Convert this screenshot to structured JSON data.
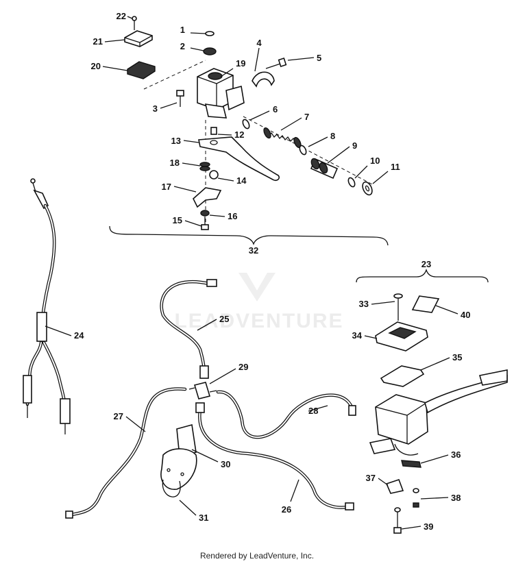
{
  "callouts": [
    {
      "id": "1",
      "label": "1"
    },
    {
      "id": "2",
      "label": "2"
    },
    {
      "id": "3",
      "label": "3"
    },
    {
      "id": "4",
      "label": "4"
    },
    {
      "id": "5",
      "label": "5"
    },
    {
      "id": "6",
      "label": "6"
    },
    {
      "id": "7",
      "label": "7"
    },
    {
      "id": "8",
      "label": "8"
    },
    {
      "id": "9",
      "label": "9"
    },
    {
      "id": "10",
      "label": "10"
    },
    {
      "id": "11",
      "label": "11"
    },
    {
      "id": "12",
      "label": "12"
    },
    {
      "id": "13",
      "label": "13"
    },
    {
      "id": "14",
      "label": "14"
    },
    {
      "id": "15",
      "label": "15"
    },
    {
      "id": "16",
      "label": "16"
    },
    {
      "id": "17",
      "label": "17"
    },
    {
      "id": "18",
      "label": "18"
    },
    {
      "id": "19",
      "label": "19"
    },
    {
      "id": "20",
      "label": "20"
    },
    {
      "id": "21",
      "label": "21"
    },
    {
      "id": "22",
      "label": "22"
    },
    {
      "id": "23",
      "label": "23"
    },
    {
      "id": "24",
      "label": "24"
    },
    {
      "id": "25",
      "label": "25"
    },
    {
      "id": "26",
      "label": "26"
    },
    {
      "id": "27",
      "label": "27"
    },
    {
      "id": "28",
      "label": "28"
    },
    {
      "id": "29",
      "label": "29"
    },
    {
      "id": "30",
      "label": "30"
    },
    {
      "id": "31",
      "label": "31"
    },
    {
      "id": "32",
      "label": "32"
    },
    {
      "id": "33",
      "label": "33"
    },
    {
      "id": "34",
      "label": "34"
    },
    {
      "id": "35",
      "label": "35"
    },
    {
      "id": "36",
      "label": "36"
    },
    {
      "id": "37",
      "label": "37"
    },
    {
      "id": "38",
      "label": "38"
    },
    {
      "id": "39",
      "label": "39"
    },
    {
      "id": "40",
      "label": "40"
    }
  ],
  "watermark": "LEADVENTURE",
  "footer": "Rendered by LeadVenture, Inc."
}
